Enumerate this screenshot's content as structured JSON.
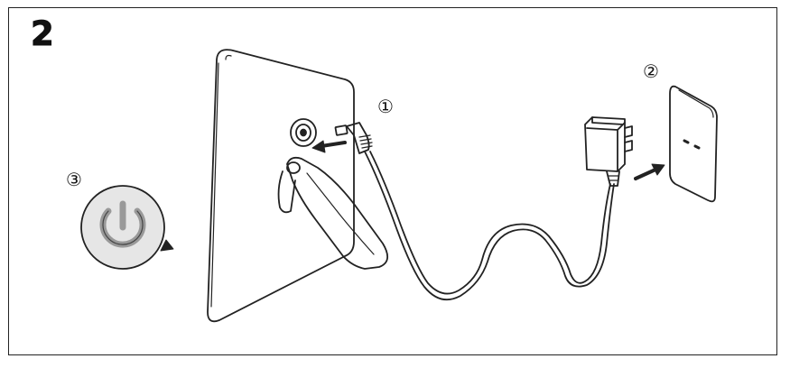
{
  "figure": {
    "step_number": "2",
    "callouts": {
      "one": "①",
      "two": "②",
      "three": "③"
    },
    "icons": {
      "power": "power-icon",
      "connector_arrow": "left-arrow-icon",
      "plug_arrow": "right-arrow-icon"
    },
    "colors": {
      "line": "#222222",
      "power_button_bg": "#e6e6e6",
      "power_symbol": "#999999"
    }
  }
}
